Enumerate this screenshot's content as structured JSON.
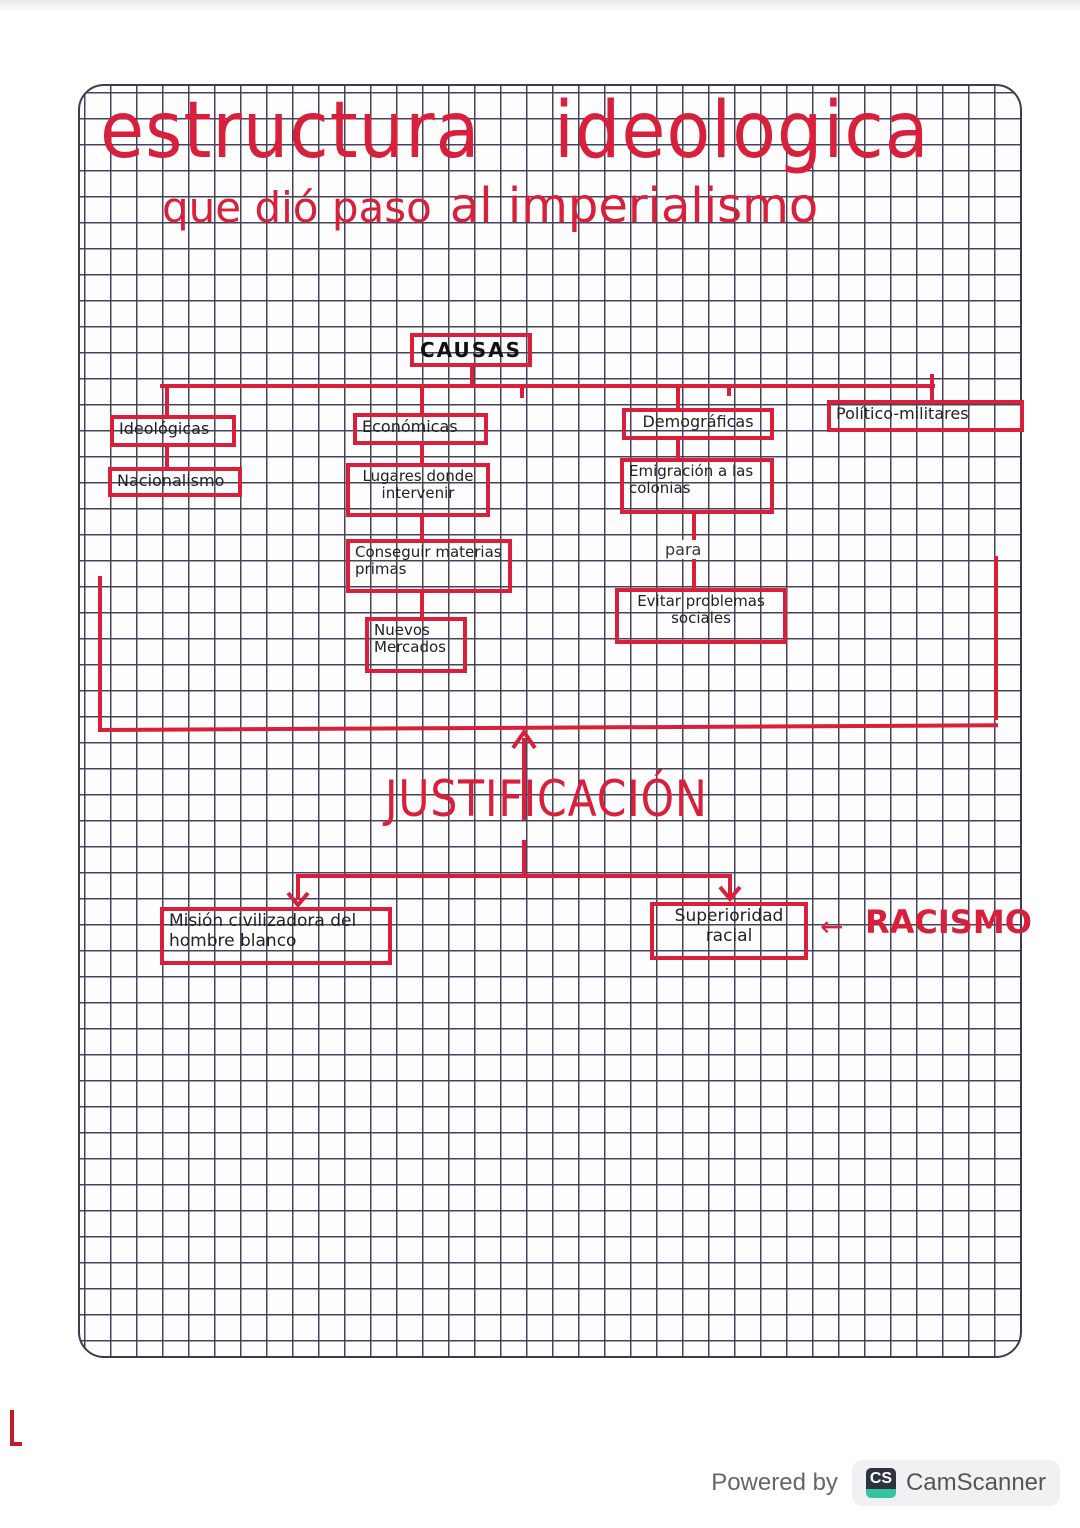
{
  "title": {
    "line1_word1": "estructura",
    "line1_word2": "ideologica",
    "line2_part1": "que dió paso",
    "line2_part2": "al imperialismo"
  },
  "diagram": {
    "root": "CAUSAS",
    "categories": [
      {
        "label": "Ideológicas",
        "children": [
          "Nacionalismo"
        ]
      },
      {
        "label": "Económicas",
        "children": [
          "Lugares donde intervenir",
          "Conseguir materias primas",
          "Nuevos Mercados"
        ]
      },
      {
        "label": "Demográficas",
        "children": [
          "Emigración a las colonias",
          "para",
          "Evitar problemas sociales"
        ]
      },
      {
        "label": "Político-militares",
        "children": []
      }
    ],
    "justification": {
      "label": "JUSTIFICACIÓN",
      "children": [
        "Misión civilizadora del hombre blanco",
        "Superioridad racial"
      ],
      "annotation": "RACISMO"
    }
  },
  "footer": {
    "powered_by": "Powered by",
    "logo_text": "CS",
    "brand": "CamScanner"
  },
  "colors": {
    "ink_red": "#d81f3c",
    "grid": "#45445a",
    "brand_dark": "#2d3440",
    "brand_teal": "#35c3a0"
  }
}
